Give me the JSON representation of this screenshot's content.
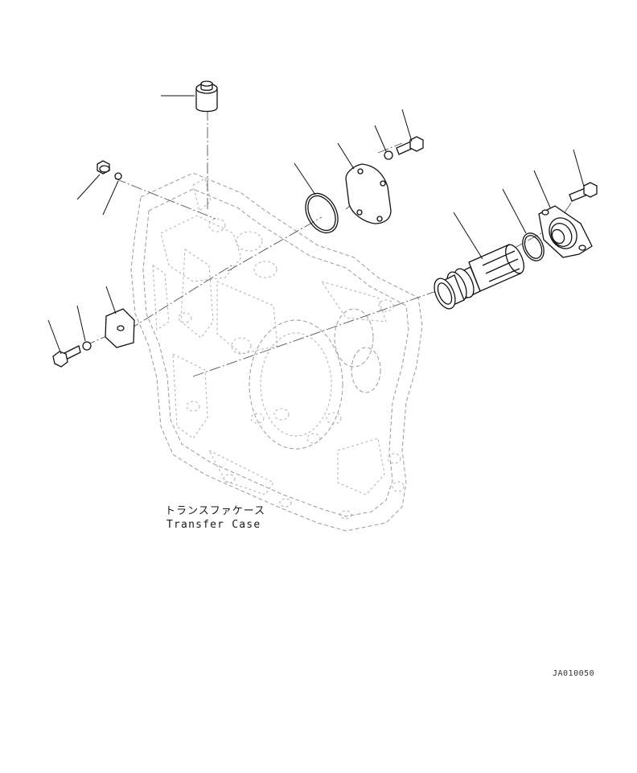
{
  "labels": {
    "transfer_case_jp": "トランスファケース",
    "transfer_case_en": "Transfer Case",
    "drawing_id": "JA010050"
  },
  "colors": {
    "line": "#111111",
    "ghost_outline": "#9a9a9a",
    "background": "#ffffff"
  }
}
